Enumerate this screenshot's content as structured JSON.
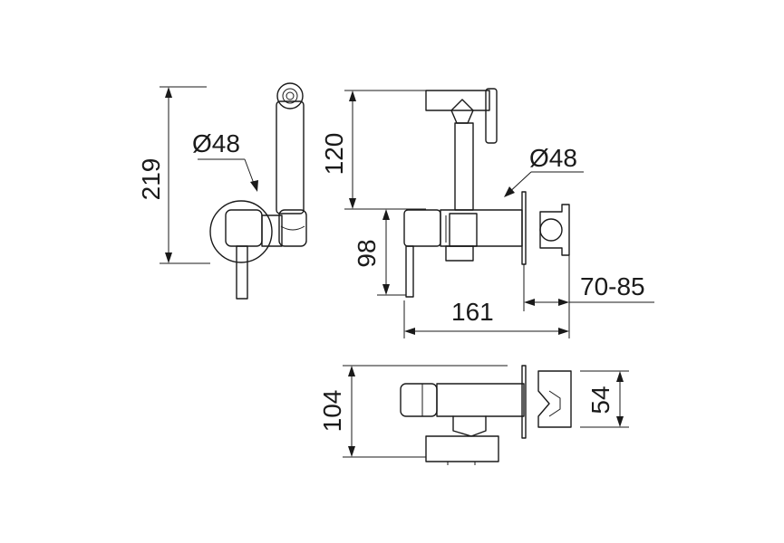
{
  "dimensions": {
    "overall_height": "219",
    "diameter_left": "Ø48",
    "handshower_height": "120",
    "diameter_right": "Ø48",
    "valve_height": "98",
    "projection_adjustable": "70-85",
    "overall_length": "161",
    "top_view_depth": "104",
    "holder_height": "54"
  },
  "colors": {
    "line": "#1a1a1a",
    "background": "#ffffff"
  }
}
